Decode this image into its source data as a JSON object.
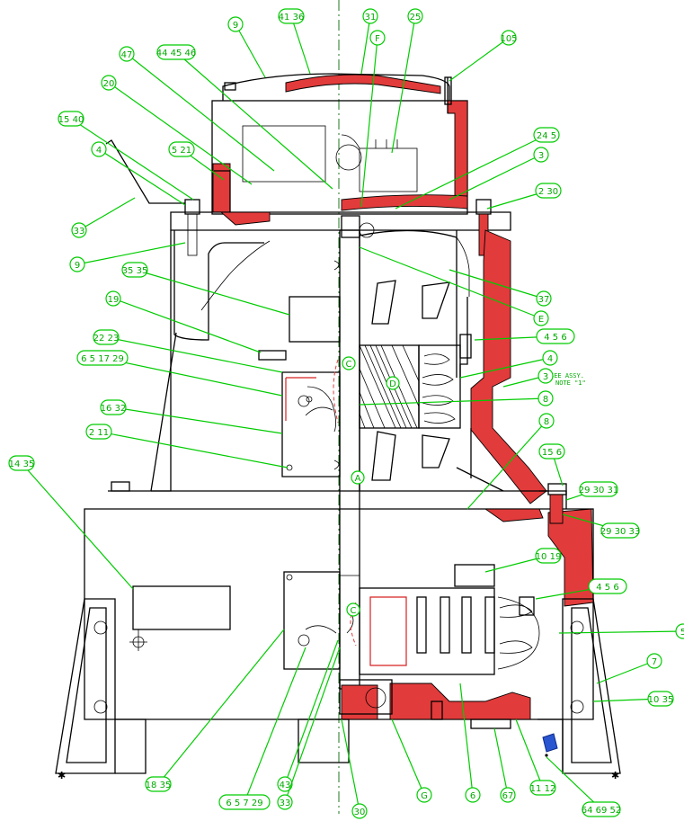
{
  "note": {
    "line1": "SEE ASSY.",
    "line2": "NOTE \"1\""
  },
  "section_letters": [
    "C",
    "C",
    "D",
    "A",
    "C"
  ],
  "balloons": [
    "9",
    "41 36",
    "31",
    "25",
    "105",
    "47",
    "44 45 46",
    "20",
    "15 40",
    "4",
    "5 21",
    "33",
    "9",
    "24 5",
    "3",
    "2 30",
    "35 35",
    "19",
    "37",
    "E",
    "22 23",
    "4 5 6",
    "6 5 17 29",
    "4",
    "3",
    "8",
    "16 32",
    "2 11",
    "8",
    "15 6",
    "29 30 31",
    "29 30 33",
    "14 35",
    "10 19",
    "4 5 6",
    "5",
    "7",
    "10 35",
    "18 35",
    "6 5 7 29",
    "43",
    "33",
    "30",
    "G",
    "6",
    "67",
    "11 12",
    "64 69 52",
    "F"
  ],
  "icons": {
    "title_block_flag": "blue-flag-icon"
  }
}
